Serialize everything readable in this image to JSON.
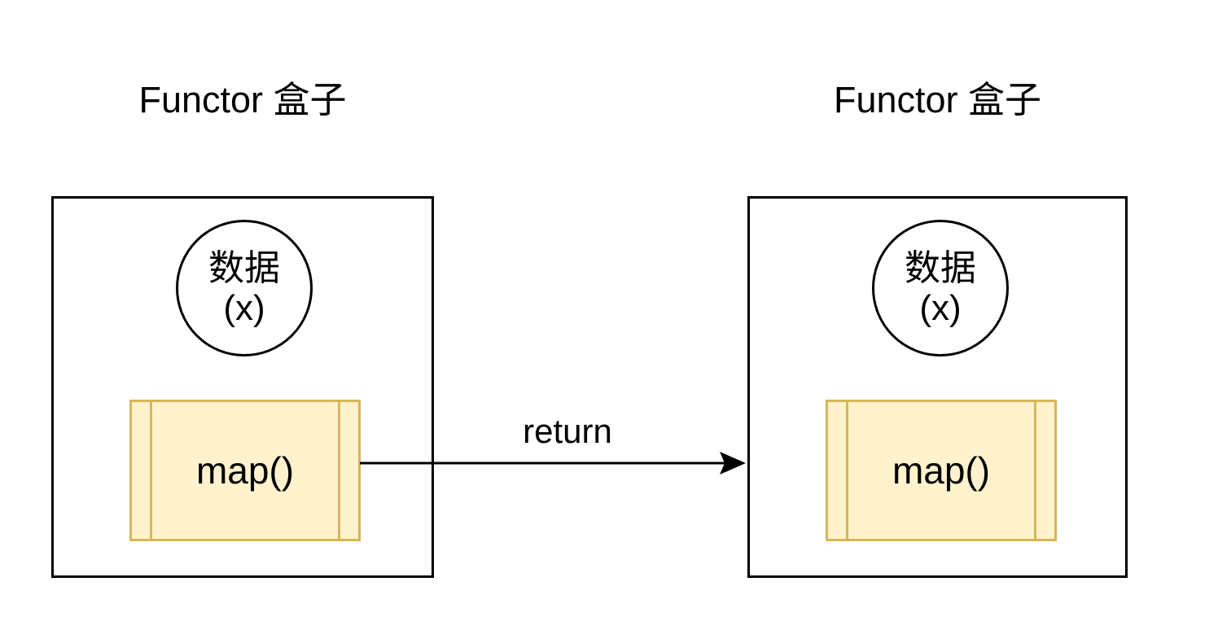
{
  "diagram": {
    "boxes": [
      {
        "title": "Functor 盒子",
        "circle_line1": "数据",
        "circle_line2": "(x)",
        "map_label": "map()"
      },
      {
        "title": "Functor 盒子",
        "circle_line1": "数据",
        "circle_line2": "(x)",
        "map_label": "map()"
      }
    ],
    "arrow": {
      "label": "return"
    },
    "colors": {
      "map_fill": "#FFF2CC",
      "map_stroke": "#D6B656",
      "line": "#000000",
      "background": "#FFFFFF"
    }
  }
}
